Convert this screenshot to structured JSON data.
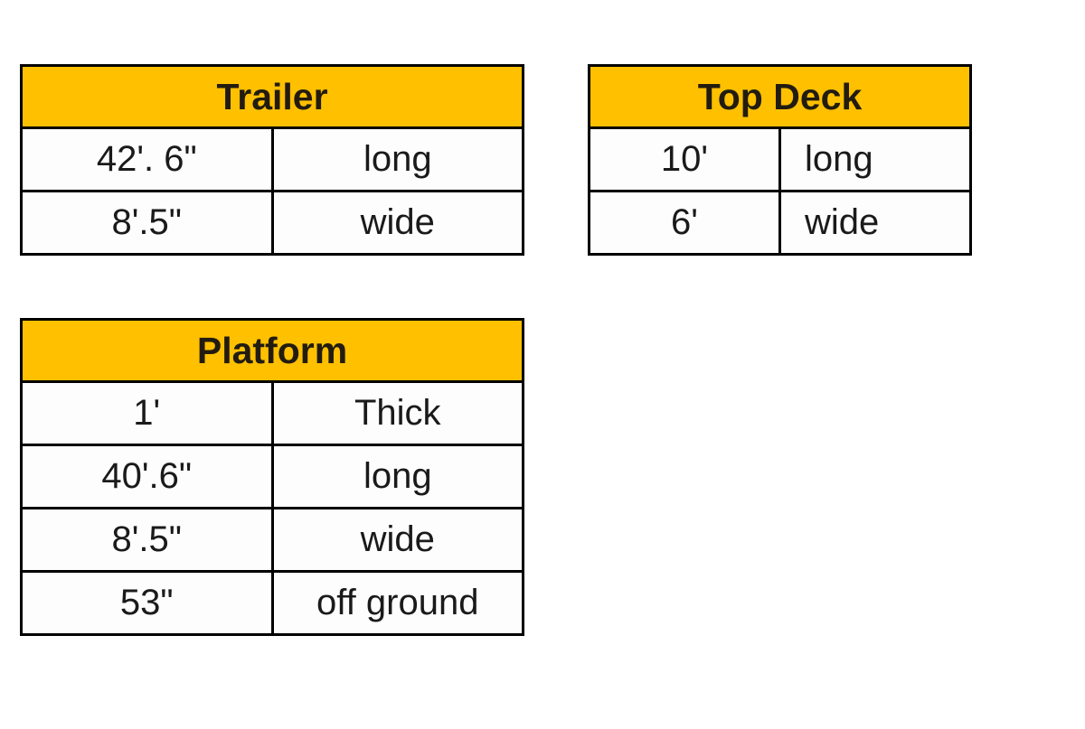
{
  "page": {
    "background": "#ffffff"
  },
  "colors": {
    "header_bg": "#FFC000",
    "header_text": "#221c10",
    "cell_text": "#1a1a1a",
    "border": "#000000",
    "cell_bg": "#fdfdfd"
  },
  "tables": [
    {
      "title": "Trailer",
      "rows": [
        {
          "value": "42'. 6\"",
          "label": "long"
        },
        {
          "value": "8'.5\"",
          "label": "wide"
        }
      ]
    },
    {
      "title": "Top Deck",
      "rows": [
        {
          "value": "10'",
          "label": "long"
        },
        {
          "value": "6'",
          "label": "wide"
        }
      ]
    },
    {
      "title": "Platform",
      "rows": [
        {
          "value": "1'",
          "label": "Thick"
        },
        {
          "value": "40'.6\"",
          "label": "long"
        },
        {
          "value": "8'.5\"",
          "label": "wide"
        },
        {
          "value": "53\"",
          "label": "off ground"
        }
      ]
    }
  ]
}
